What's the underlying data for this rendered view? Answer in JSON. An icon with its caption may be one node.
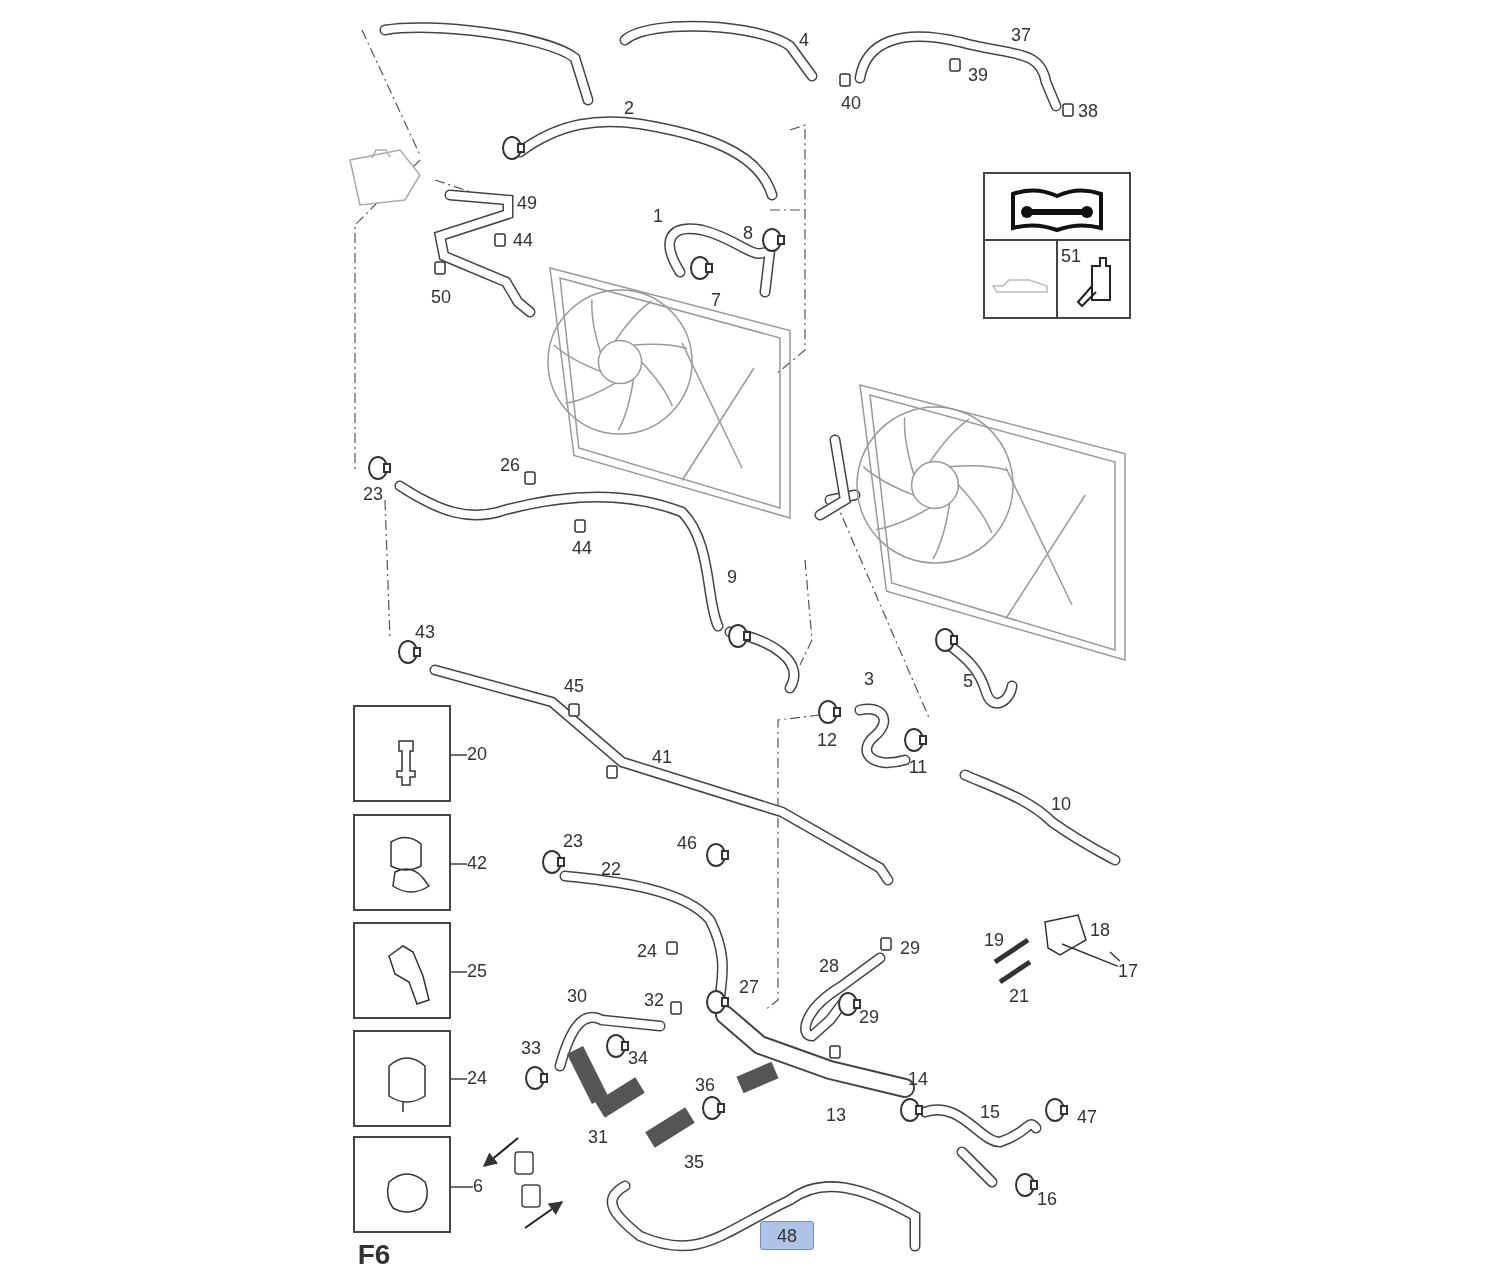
{
  "diagram": {
    "nodes": [
      {
        "text": [],
        "shape": "box"
      },
      {
        "text": [],
        "shape": "box"
      },
      {
        "text": [],
        "shape": "box"
      },
      {
        "text": [],
        "shape": "box"
      },
      {
        "text": [],
        "shape": "box"
      },
      {
        "text": [
          "20"
        ]
      },
      {
        "text": [
          "42"
        ]
      },
      {
        "text": [
          "25"
        ]
      },
      {
        "text": [
          "24"
        ]
      },
      {
        "text": [
          "6"
        ]
      },
      {
        "text": [
          "51"
        ]
      },
      {
        "text": [
          "48"
        ]
      },
      {
        "text": [
          "17"
        ]
      }
    ],
    "edges": [
      {
        "from": 0,
        "to": 5,
        "arrow": "none"
      },
      {
        "from": 1,
        "to": 6,
        "arrow": "none"
      },
      {
        "from": 2,
        "to": 7,
        "arrow": "none"
      },
      {
        "from": 3,
        "to": 8,
        "arrow": "none"
      },
      {
        "from": 4,
        "to": 9,
        "arrow": "none"
      },
      {
        "from": 12,
        "to": null,
        "arrow": "none"
      },
      {
        "from": 12,
        "to": null,
        "arrow": "none"
      }
    ],
    "labels": [
      "4",
      "37",
      "39",
      "2",
      "40",
      "38",
      "49",
      "1",
      "44",
      "8",
      "50",
      "7",
      "26",
      "23",
      "44",
      "9",
      "43",
      "45",
      "3",
      "5",
      "12",
      "11",
      "41",
      "10",
      "23",
      "46",
      "22",
      "19",
      "18",
      "24",
      "29",
      "28",
      "21",
      "27",
      "30",
      "32",
      "29",
      "33",
      "34",
      "36",
      "14",
      "13",
      "15",
      "47",
      "31",
      "35",
      "16",
      "F6"
    ]
  }
}
